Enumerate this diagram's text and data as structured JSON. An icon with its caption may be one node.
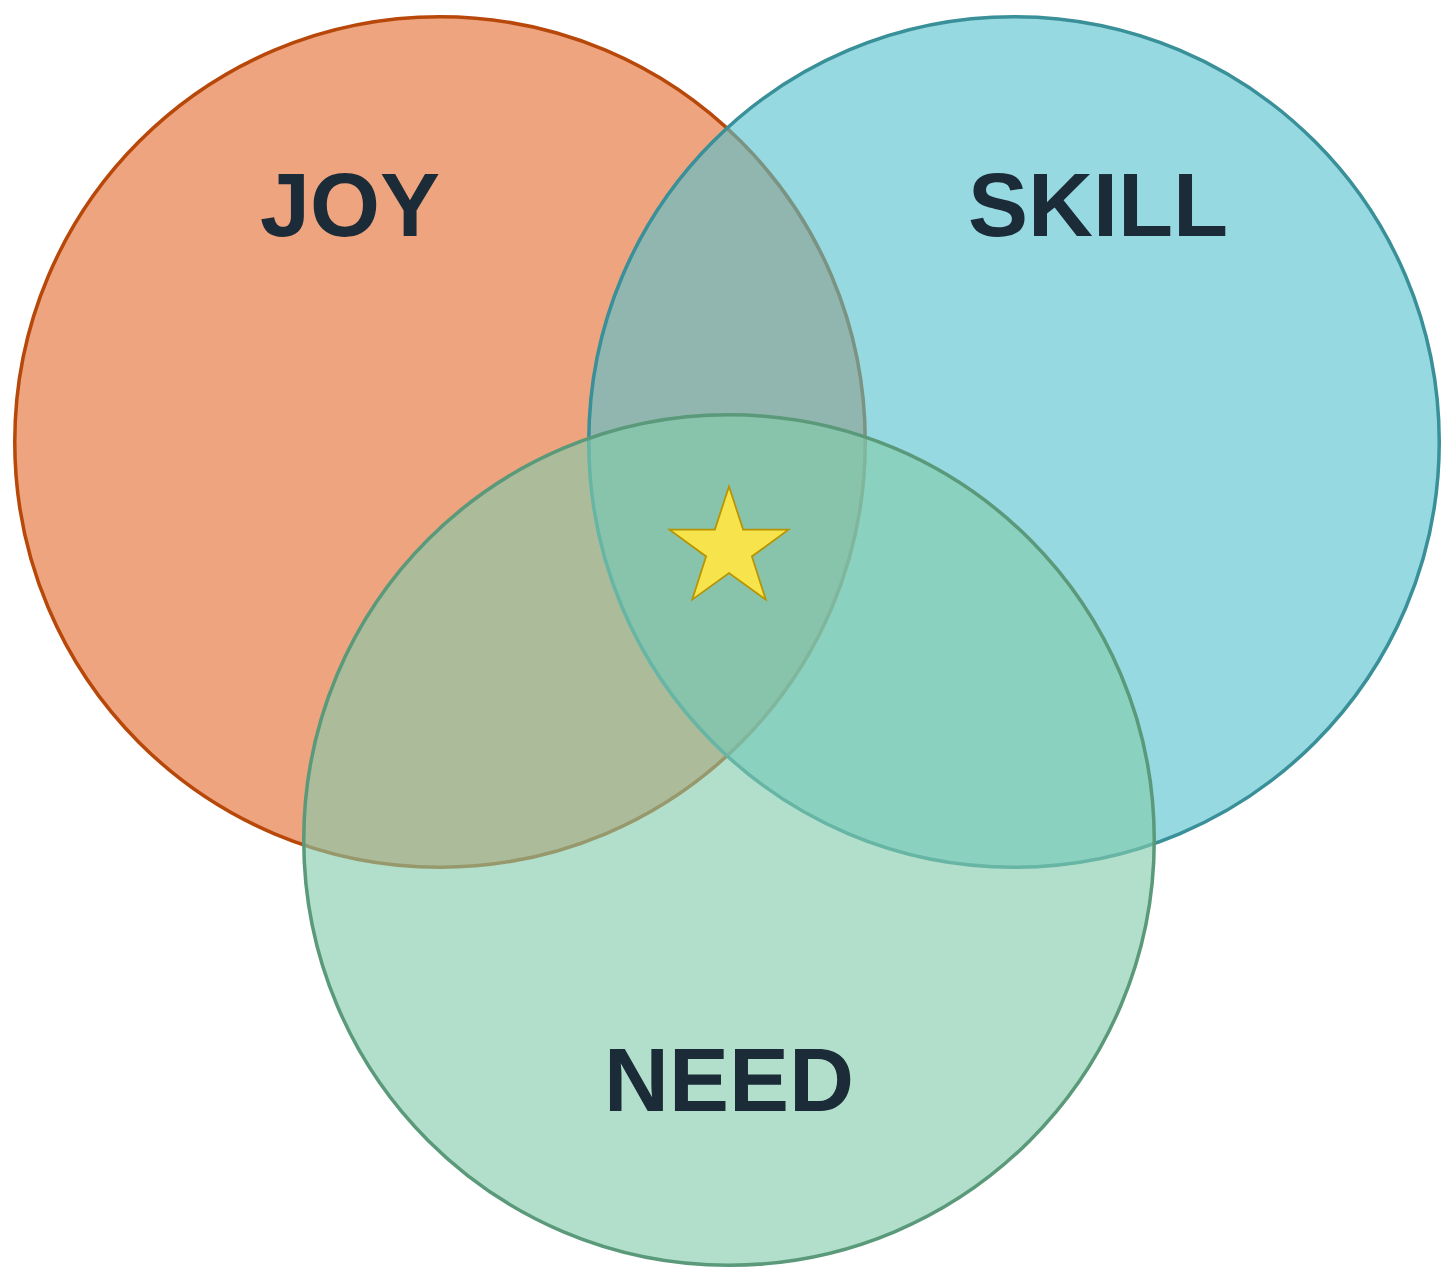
{
  "diagram": {
    "nodes": [
      {
        "text": [
          "JOY"
        ]
      },
      {
        "text": [
          "SKILL"
        ]
      },
      {
        "text": [
          "NEED"
        ]
      }
    ]
  }
}
